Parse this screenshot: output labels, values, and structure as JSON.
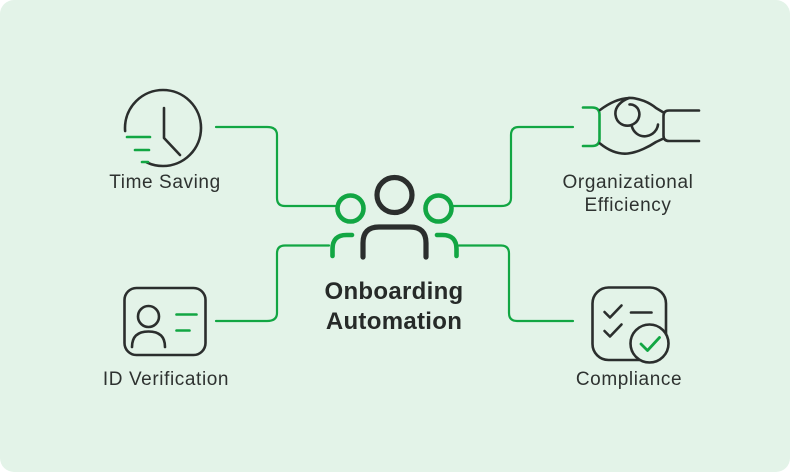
{
  "title": {
    "line1": "Onboarding",
    "line2": "Automation"
  },
  "center": {
    "icon": "people-icon"
  },
  "nodes": [
    {
      "id": "time-saving",
      "label": "Time Saving",
      "icon": "clock-icon",
      "position": "top-left"
    },
    {
      "id": "organizational-efficiency",
      "label": "Organizational Efficiency",
      "label_line1": "Organizational",
      "label_line2": "Efficiency",
      "icon": "handshake-icon",
      "position": "top-right"
    },
    {
      "id": "id-verification",
      "label": "ID Verification",
      "icon": "id-card-icon",
      "position": "bottom-left"
    },
    {
      "id": "compliance",
      "label": "Compliance",
      "icon": "checklist-icon",
      "position": "bottom-right"
    }
  ],
  "colors": {
    "page": "#ffffff",
    "background": "#e3f3e8",
    "accent_green": "#12a643",
    "ink": "#2b2e2d",
    "title_text": "#262a28",
    "label_text": "#2e3230"
  }
}
